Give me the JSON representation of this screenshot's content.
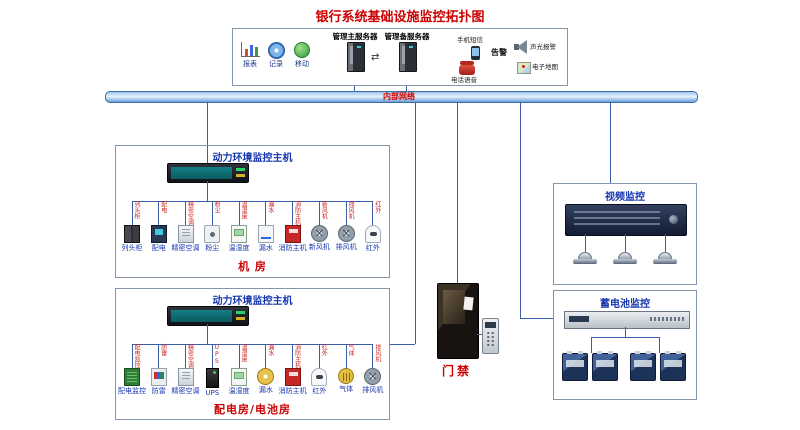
{
  "title": "银行系统基础设施监控拓扑图",
  "colors": {
    "accent_red": "#cc0000",
    "label_blue": "#1535b0",
    "line_blue": "#3a5fa8"
  },
  "network": {
    "bus_label": "内部网络"
  },
  "server_panel": {
    "utility_icons": [
      {
        "icon": "report-chart-icon",
        "label": "报表"
      },
      {
        "icon": "record-disc-icon",
        "label": "记录"
      },
      {
        "icon": "mobile-icon",
        "label": "移动"
      }
    ],
    "primary_server_label": "管理主服务器",
    "backup_server_label": "管理备服务器",
    "sync_arrows_glyph": "⇄",
    "alarm_label": "告警",
    "channels": {
      "sms_label": "手机短信",
      "voice_label": "电话语音",
      "sound_light_label": "声光报警",
      "map_label": "电子地图"
    }
  },
  "room1": {
    "host_label": "动力环境监控主机",
    "room_label": "机 房",
    "devices": [
      {
        "label": "列头柜",
        "style": "cabinet"
      },
      {
        "label": "配电",
        "style": "meter"
      },
      {
        "label": "精密空调",
        "style": "ac"
      },
      {
        "label": "粉尘",
        "style": "sensor"
      },
      {
        "label": "温湿度",
        "style": "thermo"
      },
      {
        "label": "漏水",
        "style": "leak"
      },
      {
        "label": "消防主机",
        "style": "fire"
      },
      {
        "label": "新风机",
        "style": "fan"
      },
      {
        "label": "排风机",
        "style": "fan"
      },
      {
        "label": "红外",
        "style": "dome"
      }
    ]
  },
  "room2": {
    "host_label": "动力环境监控主机",
    "room_label": "配电房/电池房",
    "devices": [
      {
        "label": "配电监控",
        "style": "board"
      },
      {
        "label": "防雷",
        "style": "spd"
      },
      {
        "label": "精密空调",
        "style": "ac"
      },
      {
        "label": "UPS",
        "style": "ups"
      },
      {
        "label": "温湿度",
        "style": "thermo"
      },
      {
        "label": "漏水",
        "style": "coil"
      },
      {
        "label": "消防主机",
        "style": "fire"
      },
      {
        "label": "红外",
        "style": "dome"
      },
      {
        "label": "气体",
        "style": "gas"
      },
      {
        "label": "排风机",
        "style": "fan"
      }
    ]
  },
  "access": {
    "label": "门禁"
  },
  "video": {
    "label": "视频监控",
    "camera_count": 3
  },
  "battery": {
    "label": "蓄电池监控",
    "battery_count": 4
  }
}
